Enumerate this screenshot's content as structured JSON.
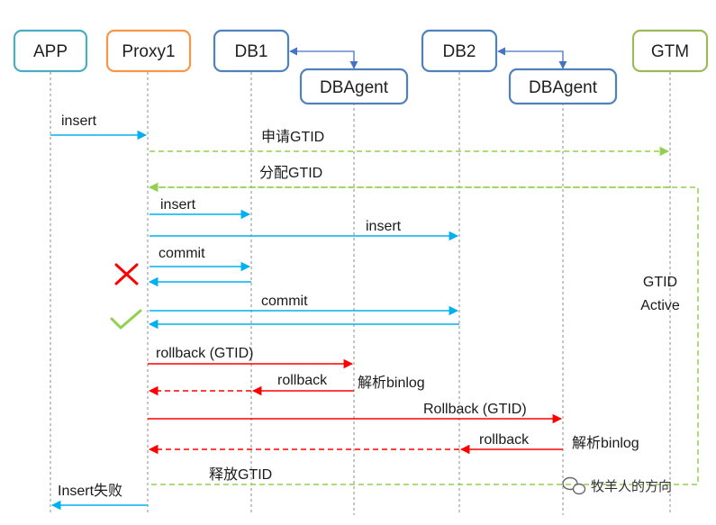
{
  "participants": {
    "app": "APP",
    "proxy1": "Proxy1",
    "db1": "DB1",
    "dbagent1": "DBAgent",
    "db2": "DB2",
    "dbagent2": "DBAgent",
    "gtm": "GTM"
  },
  "messages": {
    "app_insert": "insert",
    "apply_gtid": "申请GTID",
    "assign_gtid": "分配GTID",
    "insert_db1": "insert",
    "insert_db2": "insert",
    "commit_db1": "commit",
    "commit_db2": "commit",
    "rollback_gtid_1": "rollback (GTID)",
    "rollback_1": "rollback",
    "parse_binlog_1": "解析binlog",
    "rollback_gtid_2": "Rollback (GTID)",
    "rollback_2": "rollback",
    "parse_binlog_2": "解析binlog",
    "release_gtid": "释放GTID",
    "insert_failed": "Insert失败"
  },
  "gtid_active": {
    "line1": "GTID",
    "line2": "Active"
  },
  "watermark": {
    "text": "牧羊人的方向"
  },
  "status_icons": {
    "fail": "cross-icon",
    "success": "check-icon"
  },
  "colors": {
    "participant_app": "#4BACC6",
    "participant_proxy": "#F79646",
    "participant_db": "#4F81BD",
    "participant_gtm": "#9BBB59",
    "blue_arrow": "#00B0F0",
    "red_arrow": "#FF0000",
    "green_dashed": "#92D050",
    "db_agent_link": "#4472C4",
    "lifeline": "#7F7F7F",
    "cross": "#FF0000",
    "check": "#92D050"
  }
}
